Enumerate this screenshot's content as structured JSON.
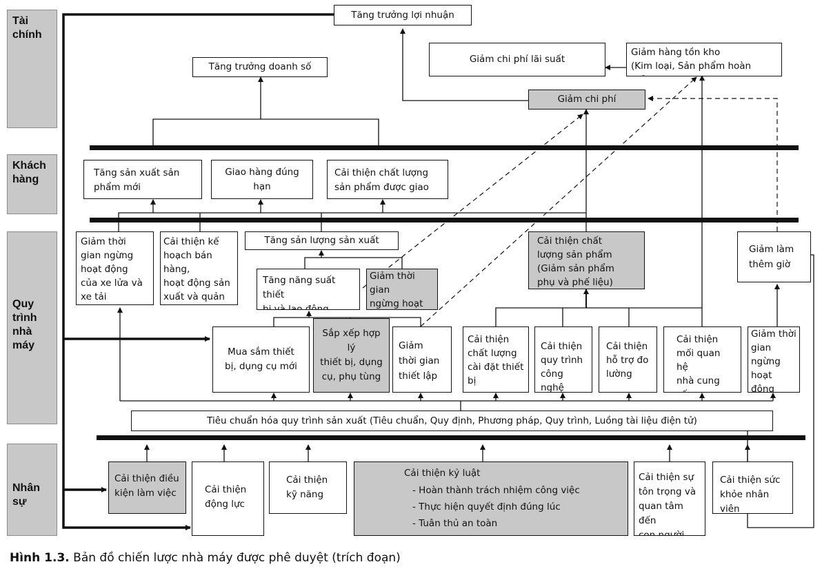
{
  "lanes": {
    "finance": "Tài\nchính",
    "customer": "Khách\nhàng",
    "process": "Quy\ntrình\nnhà\nmáy",
    "people": "Nhân sự"
  },
  "finance": {
    "profit_growth": "Tăng trưởng lợi nhuận",
    "interest_cost": "Giảm chi phí lãi suất",
    "inventory_reduction": "Giảm hàng tồn kho\n(Kim loại, Sản phẩm hoàn chỉnh)",
    "sales_growth": "Tăng trưởng doanh số",
    "cost_reduction": "Giảm chi phí"
  },
  "customer": {
    "new_products": "Tăng sản xuất sản\nphẩm mới",
    "on_time_delivery": "Giao hàng đúng hạn",
    "delivered_quality": "Cải thiện chất lượng\nsản phẩm được giao"
  },
  "process": {
    "rail_truck_downtime": "Giảm thời\ngian ngừng\nhoạt động\ncủa xe lửa và\nxe tải",
    "sales_production_plan": "Cải thiện kế\nhoạch bán hàng,\nhoạt động sản\nxuất và quản lý\nsản xuất",
    "output_increase": "Tăng sản lượng sản xuất",
    "equipment_labor_productivity": "Tăng năng suất thiết\nbị và lao động",
    "downtime_reduction": "Giảm thời gian\nngừng hoạt\nđộng",
    "product_quality": "Cải thiện chất\nlượng sản phẩm\n(Giảm sản phẩm\nphụ và phế liệu)",
    "overtime_reduction": "Giảm làm\nthêm giờ",
    "buy_new_equipment": "Mua sắm thiết\nbị, dụng cụ mới",
    "arrange_equipment": "Sắp xếp hợp lý\nthiết bị, dụng\ncụ, phụ tùng",
    "setup_time": "Giảm\nthời gian\nthiết lập",
    "equipment_install_quality": "Cải thiện\nchất lượng\ncài đặt thiết\nbị",
    "tech_process": "Cải thiện\nquy trình\ncông nghệ",
    "measurement_support": "Cải thiện\nhỗ trợ đo\nlường",
    "supplier_relations": "Cải thiện\nmối quan hệ\nnhà cung\ncấp",
    "it_downtime": "Giảm thời\ngian ngừng\nhoạt động\ncủa phần\nmềm CNTT",
    "standardization": "Tiêu chuẩn hóa quy trình sản xuất (Tiêu chuẩn, Quy định, Phương pháp, Quy trình, Luồng tài liệu điện tử)"
  },
  "people": {
    "working_conditions": "Cải thiện điều\nkiện làm việc",
    "motivation": "Cải thiện\nđộng lực",
    "skills": "Cải thiện\nkỹ năng",
    "discipline": {
      "title": "Cải thiện kỷ luật",
      "items": [
        "- Hoàn thành trách nhiệm công việc",
        "- Thực hiện quyết định đúng lúc",
        "- Tuân thủ an toàn"
      ]
    },
    "respect": "Cải thiện sự\ntôn trọng và\nquan tâm đến\ncon người",
    "health": "Cải thiện sức\nkhỏe nhân viên"
  },
  "caption": {
    "label": "Hình 1.3.",
    "text": " Bản đồ chiến lược nhà máy được phê duyệt (trích đoạn)"
  },
  "colors": {
    "highlight": "#c8c8c8",
    "line": "#111111"
  }
}
